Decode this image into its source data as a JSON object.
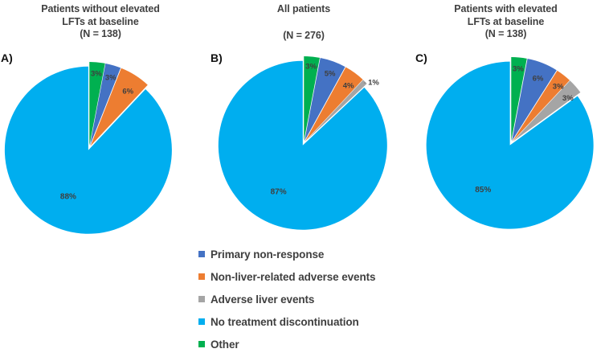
{
  "figure": {
    "background": "#ffffff",
    "label_text_color": "#3f3f3f"
  },
  "panels": [
    {
      "letter": "A)",
      "title_line1": "Patients without elevated",
      "title_line2": "LFTs at baseline",
      "title_line3": "(N = 138)"
    },
    {
      "letter": "B)",
      "title_line1": "All patients",
      "title_line2": "",
      "title_line3": "(N = 276)"
    },
    {
      "letter": "C)",
      "title_line1": "Patients with elevated",
      "title_line2": "LFTs at baseline",
      "title_line3": "(N = 138)"
    }
  ],
  "legend": {
    "items": [
      {
        "label": "Primary non-response",
        "color": "#4472C4"
      },
      {
        "label": "Non-liver-related adverse events",
        "color": "#ED7D31"
      },
      {
        "label": "Adverse liver events",
        "color": "#A5A5A5"
      },
      {
        "label": "No treatment discontinuation",
        "color": "#00AEEF"
      },
      {
        "label": "Other",
        "color": "#00B050"
      }
    ]
  },
  "chart_data": [
    {
      "type": "pie",
      "title": "Patients without elevated LFTs at baseline (N = 138)",
      "panel": "A)",
      "n": 138,
      "start_angle_deg": 0,
      "direction": "clockwise",
      "exploded": true,
      "labels": [
        "Other",
        "Primary non-response",
        "Non-liver-related adverse events",
        "No treatment discontinuation"
      ],
      "values": [
        3,
        3,
        6,
        88
      ],
      "value_labels": [
        "3%",
        "3%",
        "6%",
        "88%"
      ],
      "colors": [
        "#00B050",
        "#4472C4",
        "#ED7D31",
        "#00AEEF"
      ],
      "legend_position": "bottom-center"
    },
    {
      "type": "pie",
      "title": "All patients (N = 276)",
      "panel": "B)",
      "n": 276,
      "start_angle_deg": 0,
      "direction": "clockwise",
      "exploded": true,
      "labels": [
        "Other",
        "Primary non-response",
        "Non-liver-related adverse events",
        "Adverse liver events",
        "No treatment discontinuation"
      ],
      "values": [
        3,
        5,
        4,
        1,
        87
      ],
      "value_labels": [
        "3%",
        "5%",
        "4%",
        "1%",
        "87%"
      ],
      "colors": [
        "#00B050",
        "#4472C4",
        "#ED7D31",
        "#A5A5A5",
        "#00AEEF"
      ],
      "legend_position": "bottom-center"
    },
    {
      "type": "pie",
      "title": "Patients with elevated LFTs at baseline (N = 138)",
      "panel": "C)",
      "n": 138,
      "start_angle_deg": 0,
      "direction": "clockwise",
      "exploded": true,
      "labels": [
        "Other",
        "Primary non-response",
        "Non-liver-related adverse events",
        "Adverse liver events",
        "No treatment discontinuation"
      ],
      "values": [
        3,
        6,
        3,
        3,
        85
      ],
      "value_labels": [
        "3%",
        "6%",
        "3%",
        "3%",
        "85%"
      ],
      "colors": [
        "#00B050",
        "#4472C4",
        "#ED7D31",
        "#A5A5A5",
        "#00AEEF"
      ],
      "legend_position": "bottom-center"
    }
  ]
}
